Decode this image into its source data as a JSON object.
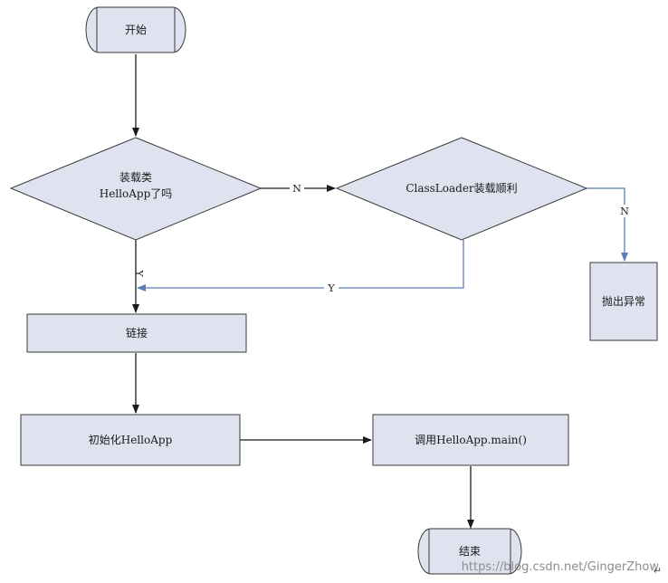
{
  "colors": {
    "shape_fill": "#dfe3ef",
    "shape_stroke": "#3a3a3a",
    "black_edge": "#1a1a1a",
    "blue_edge": "#5a7fb8"
  },
  "nodes": {
    "start": {
      "label": "开始"
    },
    "check_loaded": {
      "line1": "装载类",
      "line2": "HelloApp了吗"
    },
    "classloader_ok": {
      "label": "ClassLoader装载顺利"
    },
    "throw_exception": {
      "label": "抛出异常"
    },
    "link": {
      "label": "链接"
    },
    "init": {
      "label": "初始化HelloApp"
    },
    "call_main": {
      "label": "调用HelloApp.main()"
    },
    "end": {
      "label": "结束"
    }
  },
  "edges": {
    "check_no": "N",
    "check_yes": "Y",
    "classloader_no": "N",
    "classloader_yes": "Y"
  },
  "watermark": "https://blog.csdn.net/GingerZhow",
  "corner_mark": "↵"
}
